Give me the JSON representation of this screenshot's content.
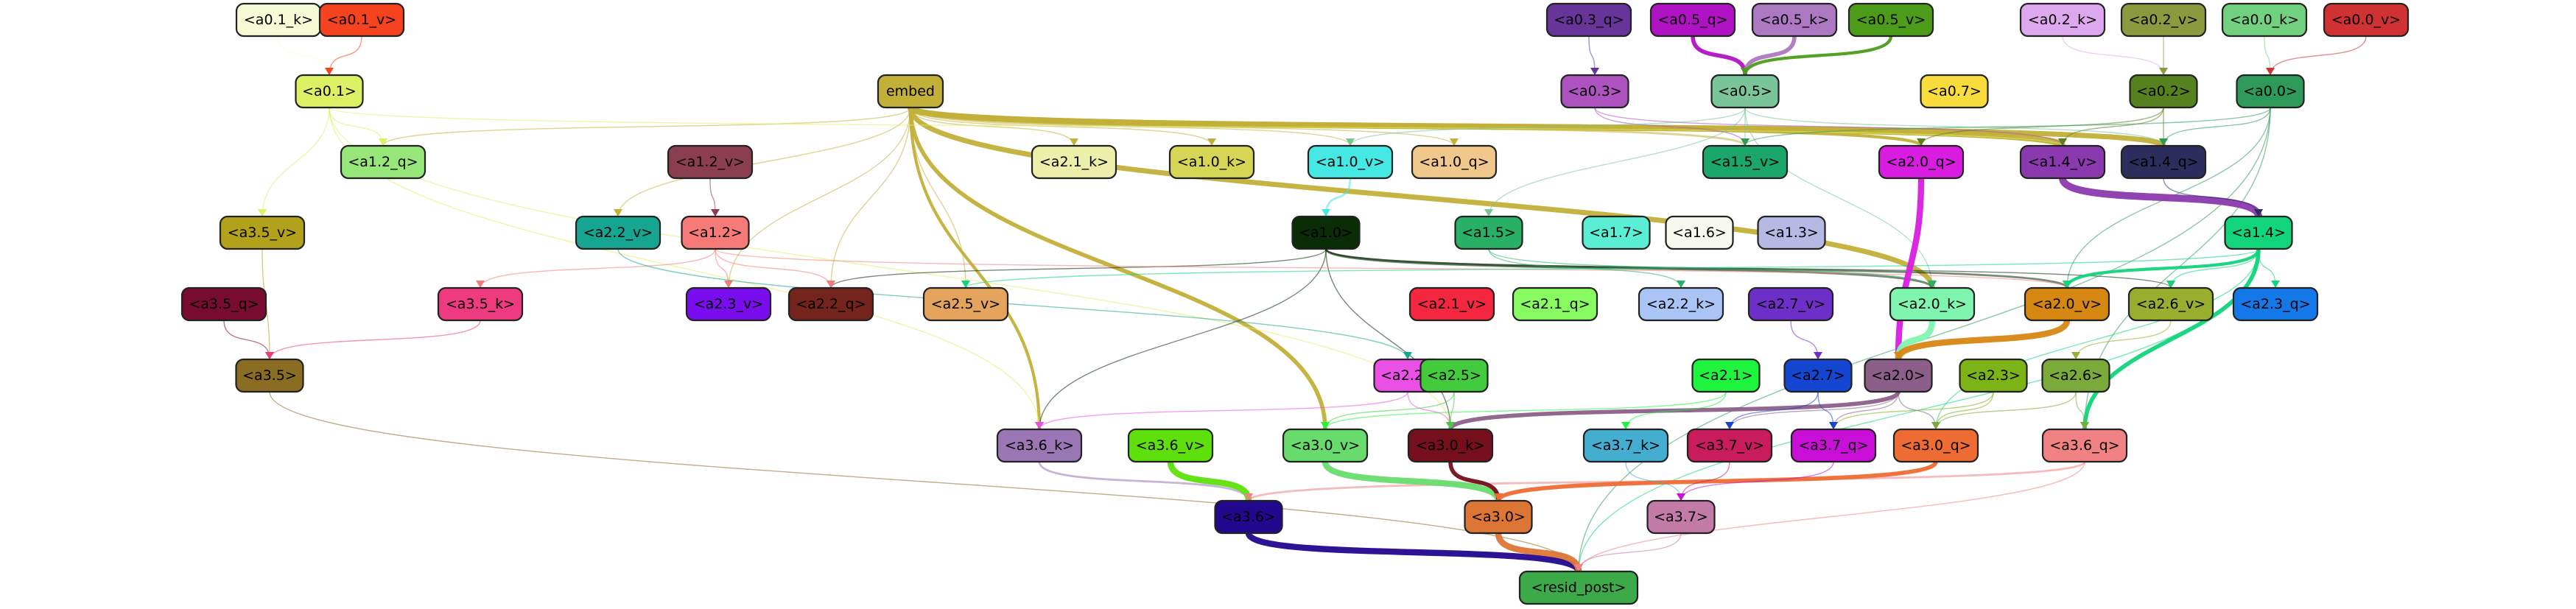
{
  "nodes": [
    {
      "id": "a0.1_k",
      "label": "<a0.1_k>",
      "fill": "#f7fbd5",
      "text": "#000"
    },
    {
      "id": "a0.1_v",
      "label": "<a0.1_v>",
      "fill": "#f4431e",
      "text": "#000"
    },
    {
      "id": "a0.1",
      "label": "<a0.1>",
      "fill": "#dcf064",
      "text": "#000"
    },
    {
      "id": "embed",
      "label": "embed",
      "fill": "#c2b038",
      "text": "#000"
    },
    {
      "id": "a1.2_q",
      "label": "<a1.2_q>",
      "fill": "#96e67a",
      "text": "#000"
    },
    {
      "id": "a1.2_v",
      "label": "<a1.2_v>",
      "fill": "#8b3e50",
      "text": "#000"
    },
    {
      "id": "a2.1_k",
      "label": "<a2.1_k>",
      "fill": "#ecefa9",
      "text": "#000"
    },
    {
      "id": "a1.0_k",
      "label": "<a1.0_k>",
      "fill": "#d6d656",
      "text": "#000"
    },
    {
      "id": "a1.0_v",
      "label": "<a1.0_v>",
      "fill": "#45e8e3",
      "text": "#000"
    },
    {
      "id": "a1.0_q",
      "label": "<a1.0_q>",
      "fill": "#f1c88c",
      "text": "#000"
    },
    {
      "id": "a0.3_q",
      "label": "<a0.3_q>",
      "fill": "#67359a",
      "text": "#000"
    },
    {
      "id": "a0.3",
      "label": "<a0.3>",
      "fill": "#ad53c0",
      "text": "#000"
    },
    {
      "id": "a0.5_q",
      "label": "<a0.5_q>",
      "fill": "#b013c4",
      "text": "#000"
    },
    {
      "id": "a0.5_k",
      "label": "<a0.5_k>",
      "fill": "#ac78c1",
      "text": "#000"
    },
    {
      "id": "a0.5_v",
      "label": "<a0.5_v>",
      "fill": "#4c9b19",
      "text": "#000"
    },
    {
      "id": "a0.5",
      "label": "<a0.5>",
      "fill": "#7ac49a",
      "text": "#000"
    },
    {
      "id": "a1.5_v",
      "label": "<a1.5_v>",
      "fill": "#1ba76b",
      "text": "#000"
    },
    {
      "id": "a0.7",
      "label": "<a0.7>",
      "fill": "#f8dd3c",
      "text": "#000"
    },
    {
      "id": "a2.0_q",
      "label": "<a2.0_q>",
      "fill": "#d81de0",
      "text": "#000"
    },
    {
      "id": "a0.2_k",
      "label": "<a0.2_k>",
      "fill": "#dea8ef",
      "text": "#000"
    },
    {
      "id": "a0.2_v",
      "label": "<a0.2_v>",
      "fill": "#8c9a3f",
      "text": "#000"
    },
    {
      "id": "a0.2",
      "label": "<a0.2>",
      "fill": "#57801e",
      "text": "#000"
    },
    {
      "id": "a1.4_v",
      "label": "<a1.4_v>",
      "fill": "#8b39ae",
      "text": "#000"
    },
    {
      "id": "a0.0_k",
      "label": "<a0.0_k>",
      "fill": "#72d17f",
      "text": "#000"
    },
    {
      "id": "a0.0_v",
      "label": "<a0.0_v>",
      "fill": "#d03234",
      "text": "#000"
    },
    {
      "id": "a0.0",
      "label": "<a0.0>",
      "fill": "#2e9a5a",
      "text": "#000"
    },
    {
      "id": "a1.4_q",
      "label": "<a1.4_q>",
      "fill": "#2b2d5c",
      "text": "#000"
    },
    {
      "id": "a3.5_v",
      "label": "<a3.5_v>",
      "fill": "#b2a21b",
      "text": "#000"
    },
    {
      "id": "a2.2_v",
      "label": "<a2.2_v>",
      "fill": "#15a590",
      "text": "#000"
    },
    {
      "id": "a1.2",
      "label": "<a1.2>",
      "fill": "#f67b78",
      "text": "#000"
    },
    {
      "id": "a1.0",
      "label": "<a1.0>",
      "fill": "#0a2c07",
      "text": "#000"
    },
    {
      "id": "a1.5",
      "label": "<a1.5>",
      "fill": "#27b066",
      "text": "#000"
    },
    {
      "id": "a1.7",
      "label": "<a1.7>",
      "fill": "#5aefd5",
      "text": "#000"
    },
    {
      "id": "a1.6",
      "label": "<a1.6>",
      "fill": "#f8f9ee",
      "text": "#000"
    },
    {
      "id": "a1.3",
      "label": "<a1.3>",
      "fill": "#b6b9e3",
      "text": "#000"
    },
    {
      "id": "a1.4",
      "label": "<a1.4>",
      "fill": "#11d47b",
      "text": "#000"
    },
    {
      "id": "a3.5_q",
      "label": "<a3.5_q>",
      "fill": "#770b30",
      "text": "#000"
    },
    {
      "id": "a3.5_k",
      "label": "<a3.5_k>",
      "fill": "#ee3b80",
      "text": "#000"
    },
    {
      "id": "a2.3_v",
      "label": "<a2.3_v>",
      "fill": "#7a0ded",
      "text": "#000"
    },
    {
      "id": "a2.2_q",
      "label": "<a2.2_q>",
      "fill": "#75231d",
      "text": "#000"
    },
    {
      "id": "a2.5_v",
      "label": "<a2.5_v>",
      "fill": "#e5a45e",
      "text": "#000"
    },
    {
      "id": "a2.1_v",
      "label": "<a2.1_v>",
      "fill": "#f42640",
      "text": "#000"
    },
    {
      "id": "a2.1_q",
      "label": "<a2.1_q>",
      "fill": "#86fa60",
      "text": "#000"
    },
    {
      "id": "a2.2_k",
      "label": "<a2.2_k>",
      "fill": "#aac4f5",
      "text": "#000"
    },
    {
      "id": "a2.7_v",
      "label": "<a2.7_v>",
      "fill": "#6e2ec8",
      "text": "#000"
    },
    {
      "id": "a2.0_k",
      "label": "<a2.0_k>",
      "fill": "#7ff5b0",
      "text": "#000"
    },
    {
      "id": "a2.0_v",
      "label": "<a2.0_v>",
      "fill": "#d68712",
      "text": "#000"
    },
    {
      "id": "a2.6_v",
      "label": "<a2.6_v>",
      "fill": "#99ad2f",
      "text": "#000"
    },
    {
      "id": "a2.3_q",
      "label": "<a2.3_q>",
      "fill": "#1478e8",
      "text": "#000"
    },
    {
      "id": "a3.5",
      "label": "<a3.5>",
      "fill": "#8a6c22",
      "text": "#000"
    },
    {
      "id": "a2.2",
      "label": "<a2.2>",
      "fill": "#eb50e6",
      "text": "#000"
    },
    {
      "id": "a2.5",
      "label": "<a2.5>",
      "fill": "#43cb3e",
      "text": "#000"
    },
    {
      "id": "a2.1",
      "label": "<a2.1>",
      "fill": "#1ef43d",
      "text": "#000"
    },
    {
      "id": "a2.7",
      "label": "<a2.7>",
      "fill": "#1546d2",
      "text": "#000"
    },
    {
      "id": "a2.0",
      "label": "<a2.0>",
      "fill": "#8c5f8a",
      "text": "#000"
    },
    {
      "id": "a2.3",
      "label": "<a2.3>",
      "fill": "#7cb316",
      "text": "#000"
    },
    {
      "id": "a2.6",
      "label": "<a2.6>",
      "fill": "#7aaa3a",
      "text": "#000"
    },
    {
      "id": "a3.6_k",
      "label": "<a3.6_k>",
      "fill": "#9b76b4",
      "text": "#000"
    },
    {
      "id": "a3.6_v",
      "label": "<a3.6_v>",
      "fill": "#5ee00d",
      "text": "#000"
    },
    {
      "id": "a3.0_v",
      "label": "<a3.0_v>",
      "fill": "#67dc6d",
      "text": "#000"
    },
    {
      "id": "a3.0_k",
      "label": "<a3.0_k>",
      "fill": "#740f1b",
      "text": "#000"
    },
    {
      "id": "a3.7_k",
      "label": "<a3.7_k>",
      "fill": "#44aed0",
      "text": "#000"
    },
    {
      "id": "a3.7_v",
      "label": "<a3.7_v>",
      "fill": "#c81c5c",
      "text": "#000"
    },
    {
      "id": "a3.7_q",
      "label": "<a3.7_q>",
      "fill": "#c80ed7",
      "text": "#000"
    },
    {
      "id": "a3.0_q",
      "label": "<a3.0_q>",
      "fill": "#ee6b33",
      "text": "#000"
    },
    {
      "id": "a3.6_q",
      "label": "<a3.6_q>",
      "fill": "#f18284",
      "text": "#000"
    },
    {
      "id": "a3.6",
      "label": "<a3.6>",
      "fill": "#22078f",
      "text": "#000"
    },
    {
      "id": "a3.0",
      "label": "<a3.0>",
      "fill": "#dd7635",
      "text": "#000"
    },
    {
      "id": "a3.7",
      "label": "<a3.7>",
      "fill": "#c27aa6",
      "text": "#000"
    },
    {
      "id": "resid_post",
      "label": "<resid_post>",
      "fill": "#3daa49",
      "text": "#000"
    }
  ],
  "edges": [
    {
      "from": "a0.1_k",
      "to": "a0.1",
      "color": "#f7fbd5",
      "weight": 1
    },
    {
      "from": "a0.1_v",
      "to": "a0.1",
      "color": "#f4431e",
      "weight": 1
    },
    {
      "from": "a0.3_q",
      "to": "a0.3",
      "color": "#67359a",
      "weight": 1
    },
    {
      "from": "a0.5_q",
      "to": "a0.5",
      "color": "#b013c4",
      "weight": 4
    },
    {
      "from": "a0.5_k",
      "to": "a0.5",
      "color": "#ac78c1",
      "weight": 4
    },
    {
      "from": "a0.5_v",
      "to": "a0.5",
      "color": "#4c9b19",
      "weight": 3
    },
    {
      "from": "a0.2_k",
      "to": "a0.2",
      "color": "#dea8ef",
      "weight": 1
    },
    {
      "from": "a0.2_v",
      "to": "a0.2",
      "color": "#8c9a3f",
      "weight": 1
    },
    {
      "from": "a0.0_k",
      "to": "a0.0",
      "color": "#72d17f",
      "weight": 1
    },
    {
      "from": "a0.0_v",
      "to": "a0.0",
      "color": "#d03234",
      "weight": 1
    },
    {
      "from": "embed",
      "to": "a1.4_v",
      "color": "#c2b038",
      "weight": 6
    },
    {
      "from": "embed",
      "to": "a1.4_q",
      "color": "#c2b038",
      "weight": 5
    },
    {
      "from": "embed",
      "to": "a2.0_k",
      "color": "#c2b038",
      "weight": 5
    },
    {
      "from": "embed",
      "to": "a3.0_v",
      "color": "#c2b038",
      "weight": 4
    },
    {
      "from": "embed",
      "to": "a3.6_k",
      "color": "#c2b038",
      "weight": 3
    },
    {
      "from": "embed",
      "to": "a2.0_q",
      "color": "#c2b038",
      "weight": 3
    },
    {
      "from": "embed",
      "to": "a1.5_v",
      "color": "#c2b038",
      "weight": 2
    },
    {
      "from": "embed",
      "to": "a1.2_q",
      "color": "#c2b038",
      "weight": 1
    },
    {
      "from": "embed",
      "to": "a2.1_k",
      "color": "#c2b038",
      "weight": 1
    },
    {
      "from": "embed",
      "to": "a1.0_k",
      "color": "#c2b038",
      "weight": 1
    },
    {
      "from": "embed",
      "to": "a1.0_v",
      "color": "#c2b038",
      "weight": 1
    },
    {
      "from": "embed",
      "to": "a1.0_q",
      "color": "#c2b038",
      "weight": 1
    },
    {
      "from": "embed",
      "to": "a2.2_q",
      "color": "#c2b038",
      "weight": 1
    },
    {
      "from": "embed",
      "to": "a2.5_v",
      "color": "#c2b038",
      "weight": 1
    },
    {
      "from": "embed",
      "to": "a2.3_v",
      "color": "#c2b038",
      "weight": 1
    },
    {
      "from": "embed",
      "to": "a2.2_v",
      "color": "#c2b038",
      "weight": 1
    },
    {
      "from": "a0.1",
      "to": "a1.2_q",
      "color": "#dcf064",
      "weight": 1
    },
    {
      "from": "a0.1",
      "to": "a3.5_v",
      "color": "#dcf064",
      "weight": 1
    },
    {
      "from": "a0.1",
      "to": "a1.4_v",
      "color": "#dcf064",
      "weight": 1
    },
    {
      "from": "a0.1",
      "to": "a3.6_k",
      "color": "#dcf064",
      "weight": 1
    },
    {
      "from": "a0.1",
      "to": "a3.0_k",
      "color": "#dcf064",
      "weight": 1
    },
    {
      "from": "a0.3",
      "to": "a1.4_v",
      "color": "#ad53c0",
      "weight": 1
    },
    {
      "from": "a0.3",
      "to": "a1.5_v",
      "color": "#ad53c0",
      "weight": 1
    },
    {
      "from": "a0.5",
      "to": "a1.5_v",
      "color": "#7ac49a",
      "weight": 1
    },
    {
      "from": "a0.5",
      "to": "a1.4_q",
      "color": "#7ac49a",
      "weight": 1
    },
    {
      "from": "a0.5",
      "to": "a1.0_v",
      "color": "#7ac49a",
      "weight": 1
    },
    {
      "from": "a0.5",
      "to": "a2.0_k",
      "color": "#7ac49a",
      "weight": 1
    },
    {
      "from": "a0.5",
      "to": "a1.5",
      "color": "#7ac49a",
      "weight": 1
    },
    {
      "from": "a0.2",
      "to": "a1.4_v",
      "color": "#57801e",
      "weight": 1
    },
    {
      "from": "a0.2",
      "to": "a1.4_q",
      "color": "#57801e",
      "weight": 1
    },
    {
      "from": "a0.2",
      "to": "a2.0_q",
      "color": "#57801e",
      "weight": 1
    },
    {
      "from": "a0.0",
      "to": "a1.4_q",
      "color": "#2e9a5a",
      "weight": 1
    },
    {
      "from": "a0.0",
      "to": "a1.5_v",
      "color": "#2e9a5a",
      "weight": 1
    },
    {
      "from": "a0.0",
      "to": "a2.0_v",
      "color": "#2e9a5a",
      "weight": 1
    },
    {
      "from": "a0.0",
      "to": "a3.6_q",
      "color": "#2e9a5a",
      "weight": 1
    },
    {
      "from": "a0.0",
      "to": "resid_post",
      "color": "#2e9a5a",
      "weight": 1
    },
    {
      "from": "a1.2_v",
      "to": "a1.2",
      "color": "#8b3e50",
      "weight": 1
    },
    {
      "from": "a1.0_v",
      "to": "a1.0",
      "color": "#45e8e3",
      "weight": 2
    },
    {
      "from": "a1.4_v",
      "to": "a1.4",
      "color": "#8b39ae",
      "weight": 7
    },
    {
      "from": "a1.4_q",
      "to": "a1.4",
      "color": "#2b2d5c",
      "weight": 1
    },
    {
      "from": "a3.5_v",
      "to": "a3.5",
      "color": "#b2a21b",
      "weight": 1
    },
    {
      "from": "a3.5_q",
      "to": "a3.5",
      "color": "#770b30",
      "weight": 1
    },
    {
      "from": "a3.5_k",
      "to": "a3.5",
      "color": "#ee3b80",
      "weight": 1
    },
    {
      "from": "a1.0",
      "to": "a2.0_k",
      "color": "#0a2c07",
      "weight": 2
    },
    {
      "from": "a1.0",
      "to": "a2.0_v",
      "color": "#0a2c07",
      "weight": 2
    },
    {
      "from": "a1.0",
      "to": "a2.6_v",
      "color": "#0a2c07",
      "weight": 1
    },
    {
      "from": "a1.0",
      "to": "a2.2_q",
      "color": "#0a2c07",
      "weight": 1
    },
    {
      "from": "a1.0",
      "to": "a3.6_k",
      "color": "#0a2c07",
      "weight": 1
    },
    {
      "from": "a1.0",
      "to": "a3.0_k",
      "color": "#0a2c07",
      "weight": 1
    },
    {
      "from": "a1.2",
      "to": "a2.3_v",
      "color": "#f67b78",
      "weight": 1
    },
    {
      "from": "a1.2",
      "to": "a2.2_q",
      "color": "#f67b78",
      "weight": 1
    },
    {
      "from": "a1.2",
      "to": "a3.5_k",
      "color": "#f67b78",
      "weight": 1
    },
    {
      "from": "a1.2",
      "to": "a2.0_v",
      "color": "#f67b78",
      "weight": 1
    },
    {
      "from": "a1.5",
      "to": "a2.0_k",
      "color": "#27b066",
      "weight": 1
    },
    {
      "from": "a1.5",
      "to": "a2.2_k",
      "color": "#27b066",
      "weight": 1
    },
    {
      "from": "a1.4",
      "to": "a2.0_v",
      "color": "#11d47b",
      "weight": 3
    },
    {
      "from": "a1.4",
      "to": "a3.6_q",
      "color": "#11d47b",
      "weight": 4
    },
    {
      "from": "a1.4",
      "to": "a2.6_v",
      "color": "#11d47b",
      "weight": 1
    },
    {
      "from": "a1.4",
      "to": "a2.3_q",
      "color": "#11d47b",
      "weight": 1
    },
    {
      "from": "a1.4",
      "to": "a3.0_q",
      "color": "#11d47b",
      "weight": 1
    },
    {
      "from": "a1.4",
      "to": "a2.5_v",
      "color": "#11d47b",
      "weight": 1
    },
    {
      "from": "a1.4",
      "to": "resid_post",
      "color": "#11d47b",
      "weight": 1
    },
    {
      "from": "a2.0_q",
      "to": "a2.0",
      "color": "#d81de0",
      "weight": 6
    },
    {
      "from": "a2.0_k",
      "to": "a2.0",
      "color": "#7ff5b0",
      "weight": 6
    },
    {
      "from": "a2.0_v",
      "to": "a2.0",
      "color": "#d68712",
      "weight": 6
    },
    {
      "from": "a2.7_v",
      "to": "a2.7",
      "color": "#6e2ec8",
      "weight": 1
    },
    {
      "from": "a2.6_v",
      "to": "a2.6",
      "color": "#99ad2f",
      "weight": 1
    },
    {
      "from": "a2.2_v",
      "to": "a2.2",
      "color": "#15a590",
      "weight": 1
    },
    {
      "from": "a2.0",
      "to": "a3.0_k",
      "color": "#8c5f8a",
      "weight": 4
    },
    {
      "from": "a2.0",
      "to": "a3.7_q",
      "color": "#8c5f8a",
      "weight": 1
    },
    {
      "from": "a2.0",
      "to": "a3.7_v",
      "color": "#8c5f8a",
      "weight": 1
    },
    {
      "from": "a2.0",
      "to": "a3.0_q",
      "color": "#8c5f8a",
      "weight": 1
    },
    {
      "from": "a2.3",
      "to": "a3.0_q",
      "color": "#7cb316",
      "weight": 1
    },
    {
      "from": "a2.3",
      "to": "a3.7_q",
      "color": "#7cb316",
      "weight": 1
    },
    {
      "from": "a2.6",
      "to": "a3.6_q",
      "color": "#7aaa3a",
      "weight": 1
    },
    {
      "from": "a2.6",
      "to": "a3.0_q",
      "color": "#7aaa3a",
      "weight": 1
    },
    {
      "from": "a2.7",
      "to": "a3.7_v",
      "color": "#1546d2",
      "weight": 1
    },
    {
      "from": "a2.7",
      "to": "a3.7_q",
      "color": "#1546d2",
      "weight": 1
    },
    {
      "from": "a2.2",
      "to": "a3.0_k",
      "color": "#eb50e6",
      "weight": 1
    },
    {
      "from": "a2.2",
      "to": "a3.6_k",
      "color": "#eb50e6",
      "weight": 1
    },
    {
      "from": "a2.5",
      "to": "a3.0_k",
      "color": "#43cb3e",
      "weight": 1
    },
    {
      "from": "a2.5",
      "to": "a3.0_v",
      "color": "#43cb3e",
      "weight": 1
    },
    {
      "from": "a2.1",
      "to": "a3.7_k",
      "color": "#1ef43d",
      "weight": 1
    },
    {
      "from": "a2.1",
      "to": "a3.0_v",
      "color": "#1ef43d",
      "weight": 1
    },
    {
      "from": "a3.6_k",
      "to": "a3.6",
      "color": "#9b76b4",
      "weight": 2
    },
    {
      "from": "a3.6_v",
      "to": "a3.6",
      "color": "#5ee00d",
      "weight": 6
    },
    {
      "from": "a3.6_q",
      "to": "a3.6",
      "color": "#f18284",
      "weight": 2
    },
    {
      "from": "a3.0_v",
      "to": "a3.0",
      "color": "#67dc6d",
      "weight": 6
    },
    {
      "from": "a3.0_k",
      "to": "a3.0",
      "color": "#740f1b",
      "weight": 4
    },
    {
      "from": "a3.0_q",
      "to": "a3.0",
      "color": "#ee6b33",
      "weight": 4
    },
    {
      "from": "a3.7_k",
      "to": "a3.7",
      "color": "#44aed0",
      "weight": 1
    },
    {
      "from": "a3.7_v",
      "to": "a3.7",
      "color": "#c81c5c",
      "weight": 1
    },
    {
      "from": "a3.7_q",
      "to": "a3.7",
      "color": "#c80ed7",
      "weight": 1
    },
    {
      "from": "a3.5",
      "to": "resid_post",
      "color": "#8a6c22",
      "weight": 1
    },
    {
      "from": "a3.6",
      "to": "resid_post",
      "color": "#22078f",
      "weight": 6
    },
    {
      "from": "a3.0",
      "to": "resid_post",
      "color": "#dd7635",
      "weight": 6
    },
    {
      "from": "a3.7",
      "to": "resid_post",
      "color": "#c27aa6",
      "weight": 1
    },
    {
      "from": "a3.6_q",
      "to": "resid_post",
      "color": "#f18284",
      "weight": 1
    }
  ]
}
